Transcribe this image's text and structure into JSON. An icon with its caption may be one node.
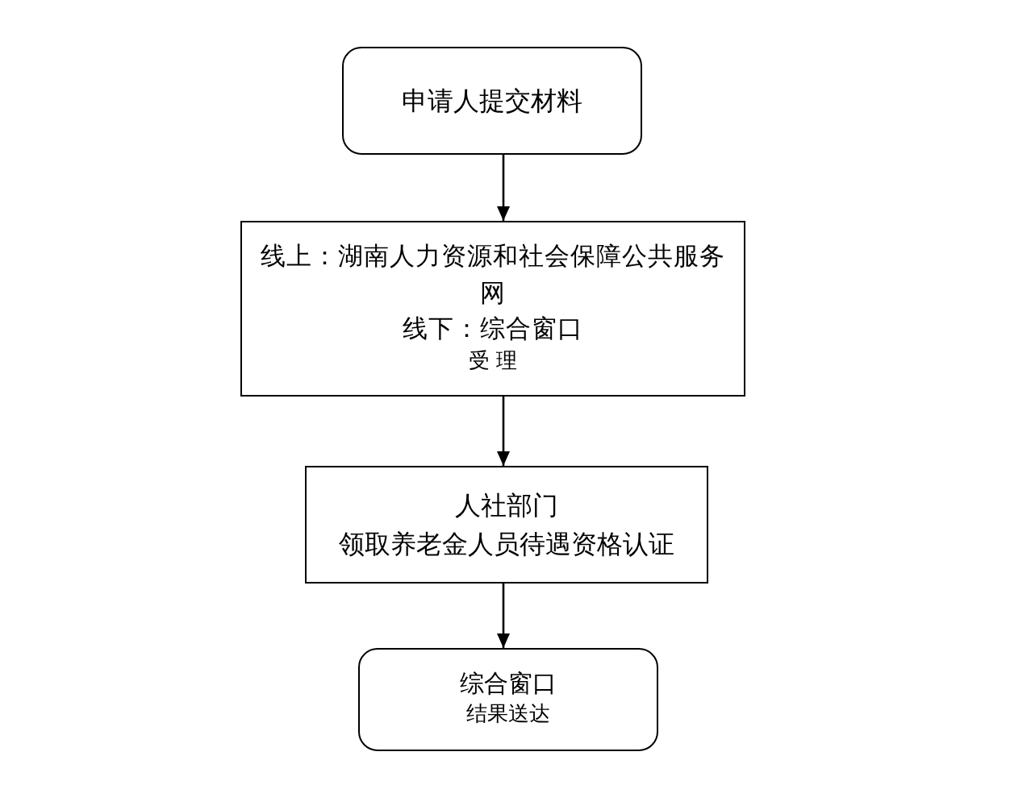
{
  "diagram": {
    "nodes": [
      {
        "text": [
          "申请人提交材料"
        ]
      },
      {
        "text": [
          "线上：湖南人力资源和社会保障公共服务网",
          "线下：综合窗口",
          "受 理"
        ]
      },
      {
        "text": [
          "人社部门",
          "领取养老金人员待遇资格认证"
        ]
      },
      {
        "text": [
          "综合窗口",
          "结果送达"
        ]
      }
    ],
    "edges": [
      {
        "from": 0,
        "to": 1,
        "arrow": "to"
      },
      {
        "from": 1,
        "to": 2,
        "arrow": "to"
      },
      {
        "from": 2,
        "to": 3,
        "arrow": "to"
      }
    ]
  }
}
